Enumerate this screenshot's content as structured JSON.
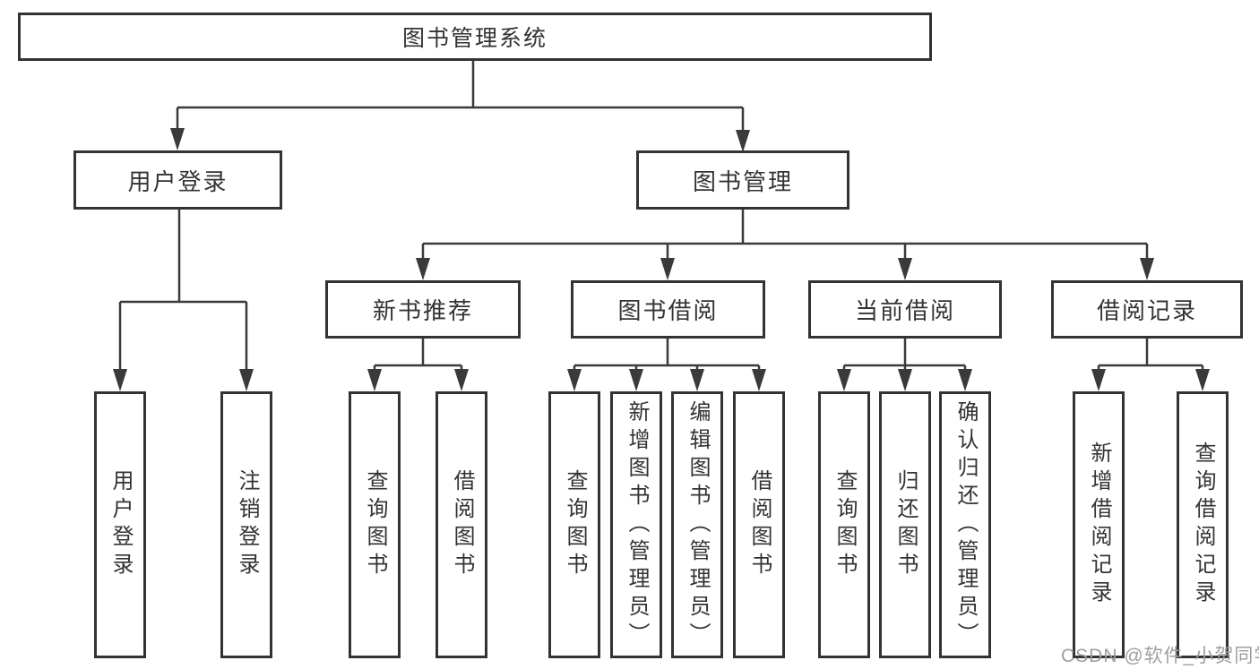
{
  "diagram": {
    "root": {
      "label": "图书管理系统"
    },
    "level2": [
      {
        "label": "用户登录"
      },
      {
        "label": "图书管理"
      }
    ],
    "level3": [
      {
        "label": "新书推荐"
      },
      {
        "label": "图书借阅"
      },
      {
        "label": "当前借阅"
      },
      {
        "label": "借阅记录"
      }
    ],
    "leaves": {
      "user_login": [
        {
          "label": "用户登录"
        },
        {
          "label": "注销登录"
        }
      ],
      "new_book_recommend": [
        {
          "label": "查询图书"
        },
        {
          "label": "借阅图书"
        }
      ],
      "book_borrow": [
        {
          "label": "查询图书"
        },
        {
          "label": "新增图书（管理员）"
        },
        {
          "label": "编辑图书（管理员）"
        },
        {
          "label": "借阅图书"
        }
      ],
      "current_borrow": [
        {
          "label": "查询图书"
        },
        {
          "label": "归还图书"
        },
        {
          "label": "确认归还（管理员）"
        }
      ],
      "borrow_records": [
        {
          "label": "新增借阅记录"
        },
        {
          "label": "查询借阅记录"
        }
      ]
    },
    "colors": {
      "line": "#3a3a3a",
      "box_border": "#333333",
      "text": "#333333",
      "background": "#ffffff",
      "watermark": "#9e9e9e"
    }
  },
  "watermark": {
    "text": "CSDN @软件_小贺同学"
  }
}
